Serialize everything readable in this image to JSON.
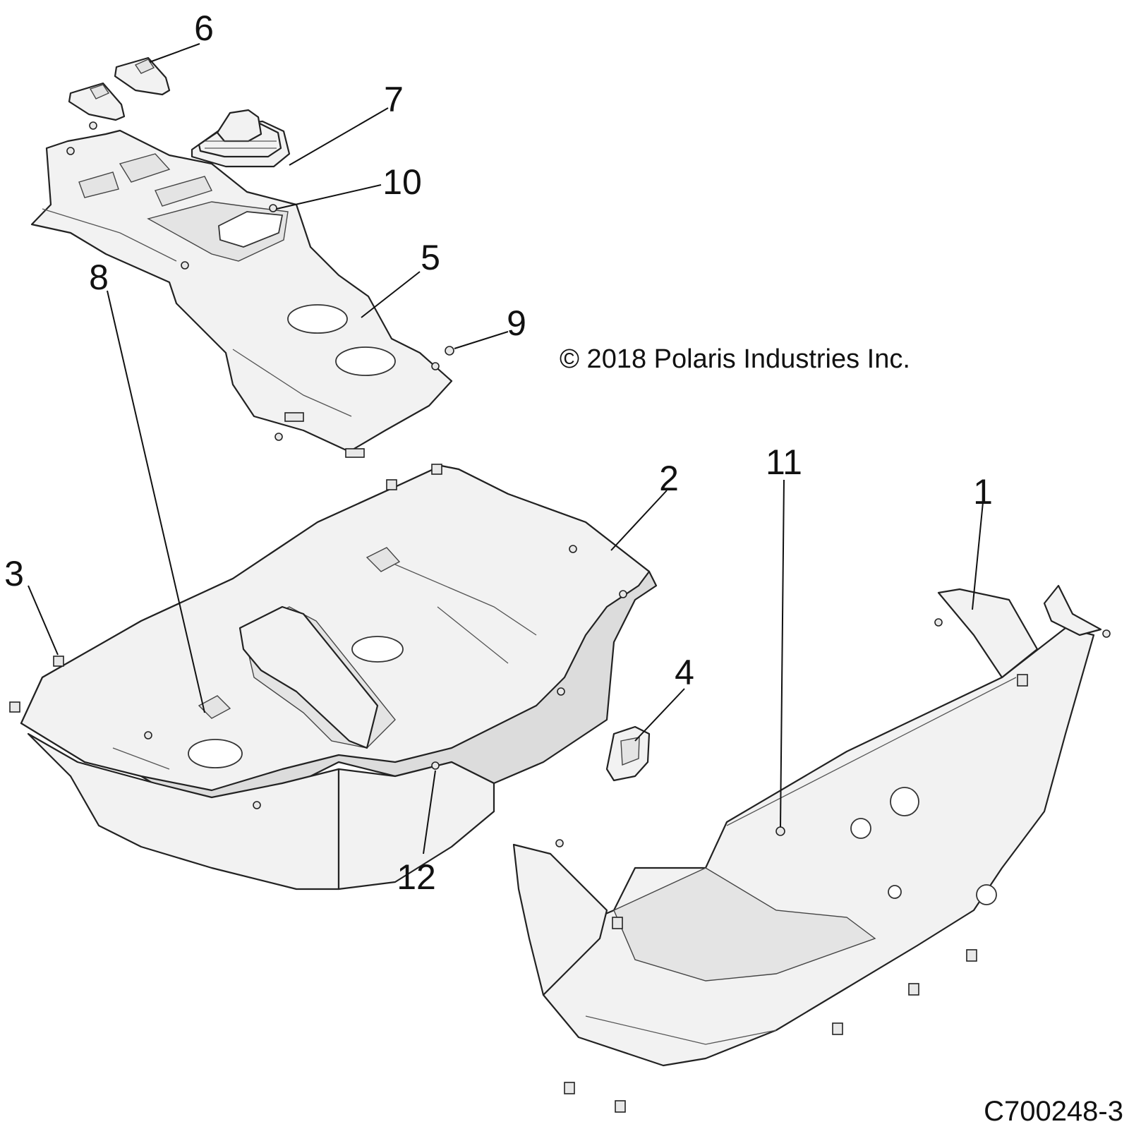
{
  "copyright": "© 2018 Polaris Industries Inc.",
  "figure_code": "C700248-3",
  "callouts": [
    "1",
    "2",
    "3",
    "4",
    "5",
    "6",
    "7",
    "8",
    "9",
    "10",
    "11",
    "12"
  ]
}
